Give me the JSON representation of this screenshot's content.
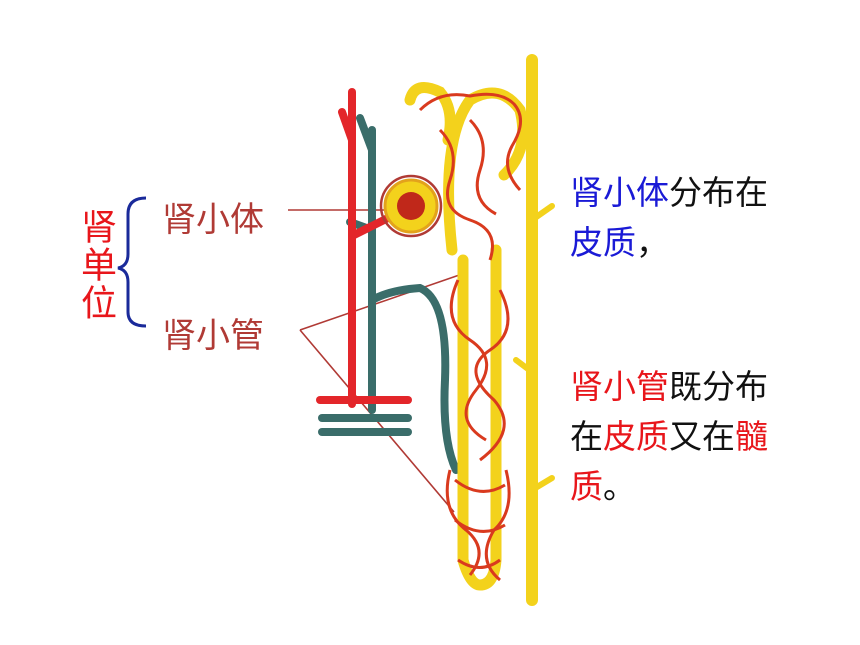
{
  "labels": {
    "unit": "肾单位",
    "corpuscle": "肾小体",
    "tubule": "肾小管"
  },
  "notes": {
    "corpuscle_term": "肾小体",
    "corpuscle_rest1": "分布在",
    "corpuscle_place": "皮质",
    "corpuscle_punct": "，",
    "tubule_term": "肾小管",
    "tubule_rest1": "既分布",
    "tubule_zai1": "在",
    "tubule_place1": "皮质",
    "tubule_rest2": "又在",
    "tubule_place2_line1": "髓",
    "tubule_place2_line2": "质",
    "tubule_punct": "。"
  },
  "colors": {
    "artery": "#e3262a",
    "vein": "#3a6d6a",
    "tubule": "#f3d21c",
    "capillary": "#d93a1e",
    "leader": "#b03a35",
    "unit": "#e8161b",
    "term_blue": "#1a1ad6"
  }
}
